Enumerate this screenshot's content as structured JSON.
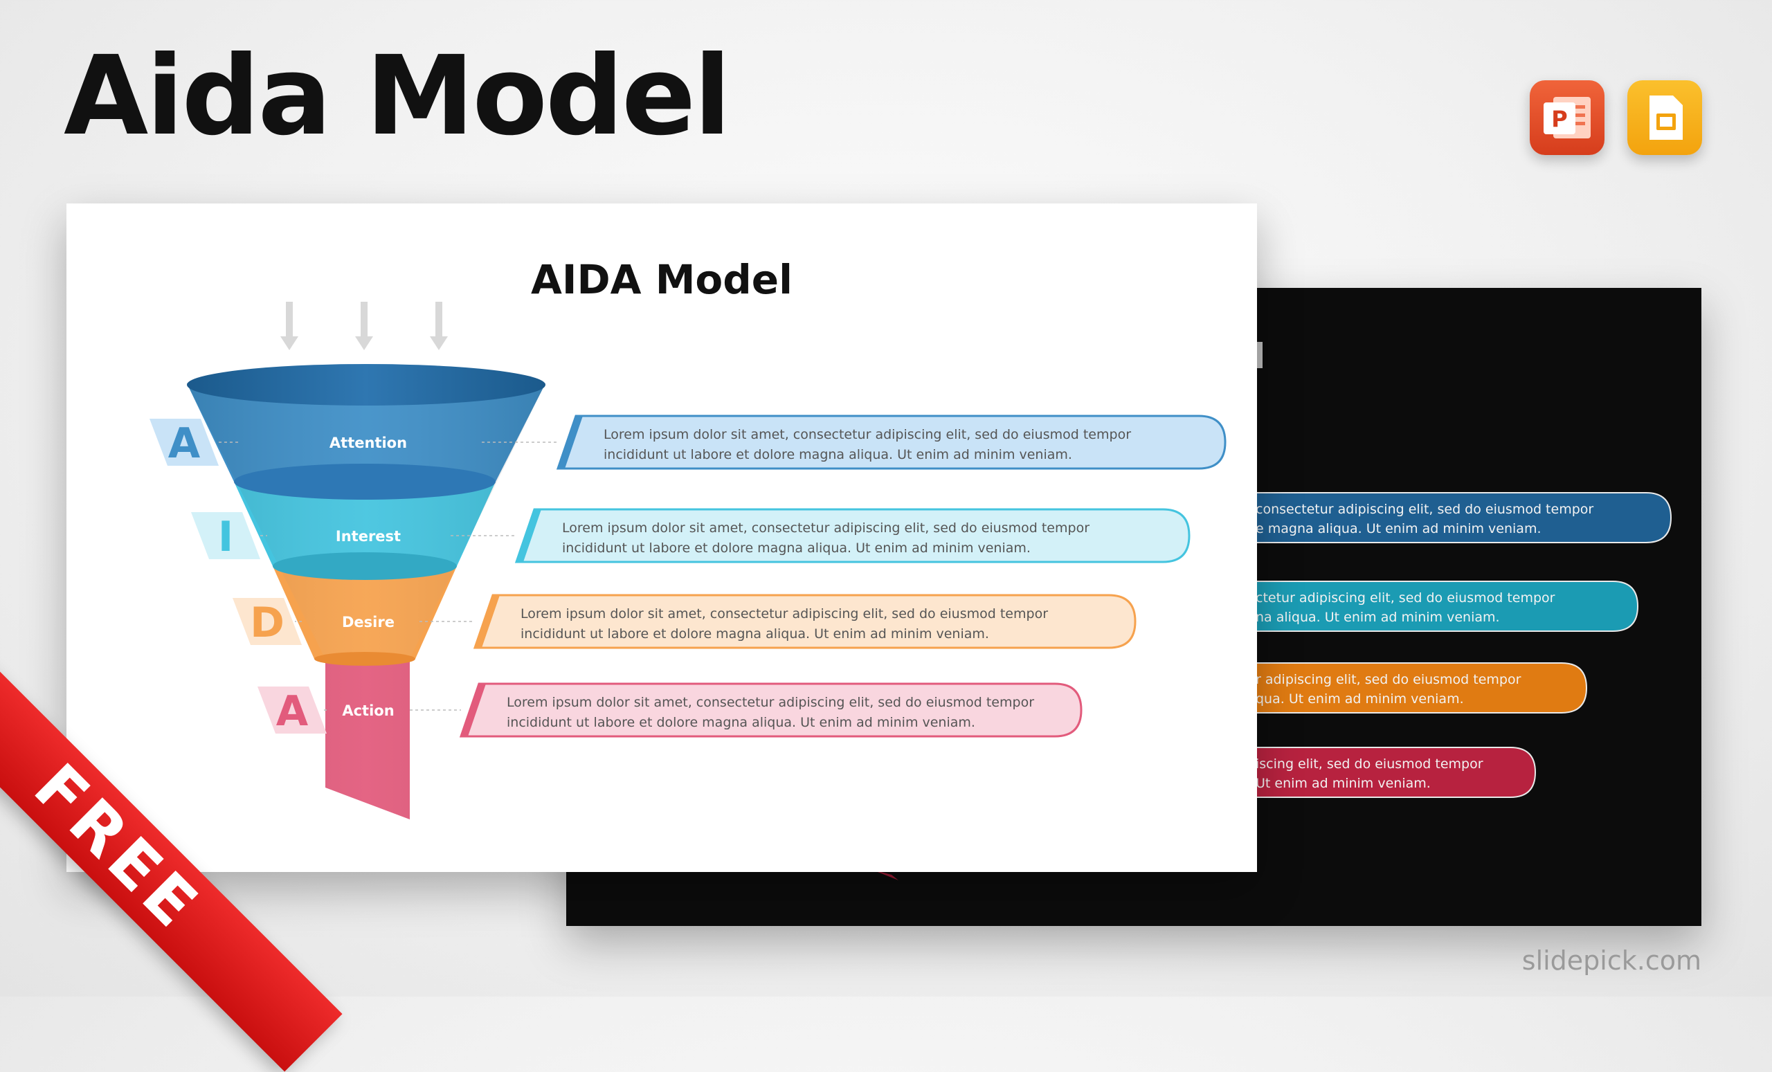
{
  "header": {
    "title": "Aida Model"
  },
  "apps": {
    "powerpoint_icon": "powerpoint-icon",
    "slides_icon": "google-slides-icon",
    "powerpoint_letter": "P"
  },
  "slide": {
    "title": "AIDA Model",
    "stages": [
      {
        "letter": "A",
        "label": "Attention",
        "text_line1": "Lorem ipsum dolor sit amet, consectetur adipiscing elit, sed do eiusmod tempor",
        "text_line2": "incididunt ut labore et dolore magna aliqua. Ut enim ad minim veniam.",
        "color": "#3f8fc7",
        "light": "#c9e3f7"
      },
      {
        "letter": "I",
        "label": "Interest",
        "text_line1": "Lorem ipsum dolor sit amet, consectetur adipiscing elit, sed do eiusmod tempor",
        "text_line2": "incididunt ut labore et dolore magna aliqua. Ut enim ad minim veniam.",
        "color": "#44c4df",
        "light": "#d3f1f8"
      },
      {
        "letter": "D",
        "label": "Desire",
        "text_line1": "Lorem ipsum dolor sit amet, consectetur adipiscing elit, sed do eiusmod tempor",
        "text_line2": "incididunt ut labore et dolore magna aliqua. Ut enim ad minim veniam.",
        "color": "#f6a24e",
        "light": "#fde6cf"
      },
      {
        "letter": "A",
        "label": "Action",
        "text_line1": "Lorem ipsum dolor sit amet, consectetur adipiscing elit, sed do eiusmod tempor",
        "text_line2": "incididunt ut labore et dolore magna aliqua. Ut enim ad minim veniam.",
        "color": "#e25b7c",
        "light": "#f9d6df"
      }
    ]
  },
  "dark_slide": {
    "items": [
      {
        "text_line1": "consectetur adipiscing elit, sed do eiusmod tempor",
        "text_line2": "e magna aliqua. Ut enim ad minim veniam.",
        "color": "#1f5f91"
      },
      {
        "text_line1": "ctetur adipiscing elit, sed do eiusmod tempor",
        "text_line2": "na aliqua. Ut enim ad minim veniam.",
        "color": "#1b9bb3"
      },
      {
        "text_line1": "r adipiscing elit, sed do eiusmod tempor",
        "text_line2": "qua. Ut enim ad minim veniam.",
        "color": "#e07b12"
      },
      {
        "text_line1": "iscing elit, sed do eiusmod tempor",
        "text_line2": "Ut enim ad minim veniam.",
        "color": "#b7223f"
      }
    ]
  },
  "ribbon": {
    "label": "FREE"
  },
  "footer": {
    "watermark": "slidepick.com"
  }
}
